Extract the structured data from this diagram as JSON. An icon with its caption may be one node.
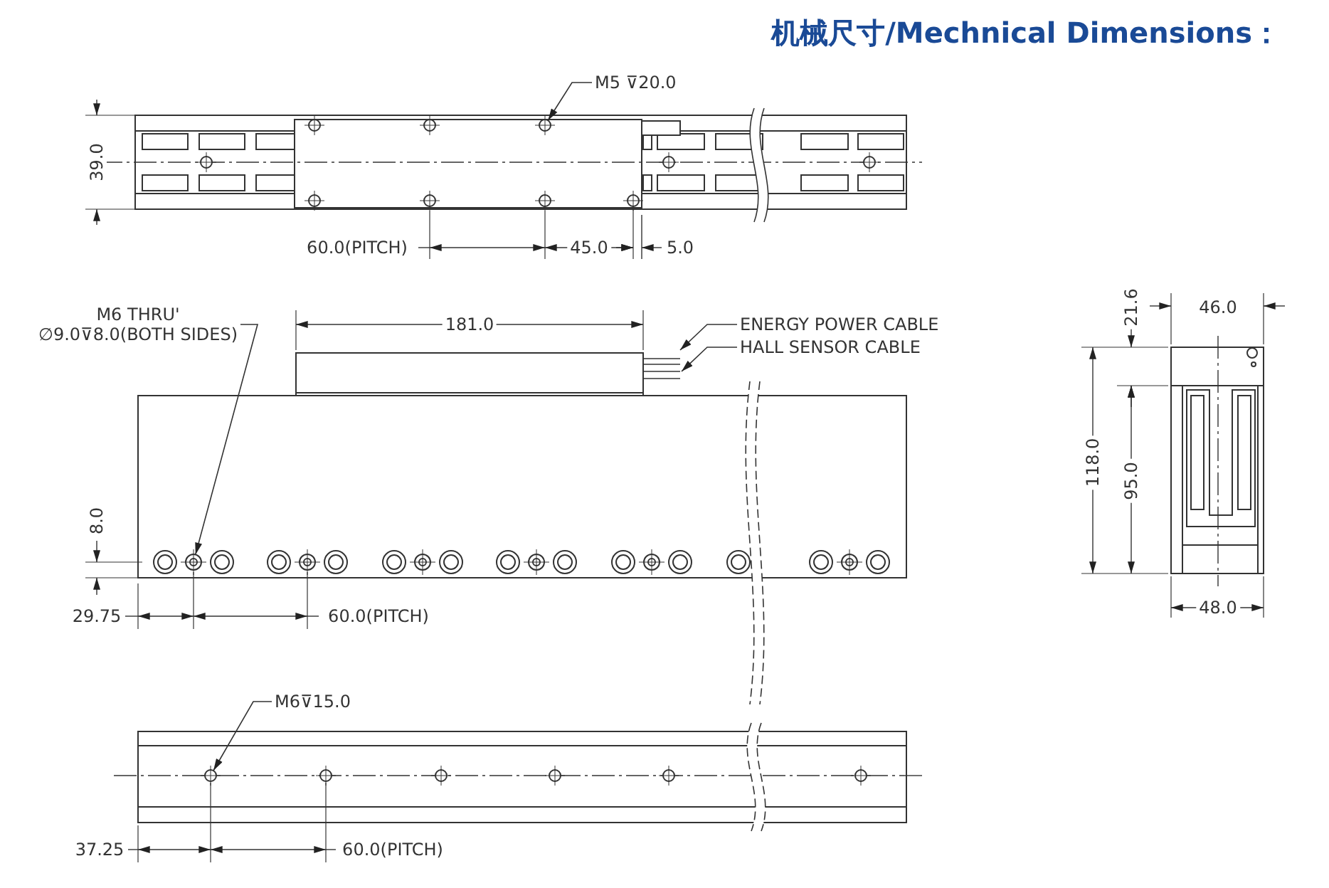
{
  "diagram": {
    "title": "机械尺寸/Mechnical Dimensions：",
    "nodes": [
      {
        "text": [
          "M5 ⊽20.0"
        ]
      },
      {
        "text": [
          "M6 THRU' ∅9.0⊽8.0(BOTH SIDES)"
        ]
      },
      {
        "text": [
          "ENERGY POWER CABLE"
        ]
      },
      {
        "text": [
          "HALL SENSOR CABLE"
        ]
      },
      {
        "text": [
          "M6⊽15.0"
        ]
      },
      {
        "text": [],
        "shape": "circle"
      },
      {
        "text": [],
        "shape": "circle"
      },
      {
        "text": [],
        "shape": "circle"
      }
    ],
    "edges": [
      {
        "from": 0,
        "to": 5,
        "arrow": "to"
      },
      {
        "from": 1,
        "to": 6,
        "arrow": "to"
      },
      {
        "from": 2,
        "to": null,
        "arrow": "to"
      },
      {
        "from": 3,
        "to": null,
        "arrow": "to"
      },
      {
        "from": 4,
        "to": 7,
        "arrow": "to"
      }
    ],
    "labels": [
      "39.0",
      "60.0(PITCH)",
      "45.0",
      "5.0",
      "181.0",
      "21.6",
      "46.0",
      "118.0",
      "95.0",
      "8.0",
      "29.75",
      "60.0(PITCH)",
      "48.0",
      "37.25",
      "60.0(PITCH)"
    ]
  }
}
